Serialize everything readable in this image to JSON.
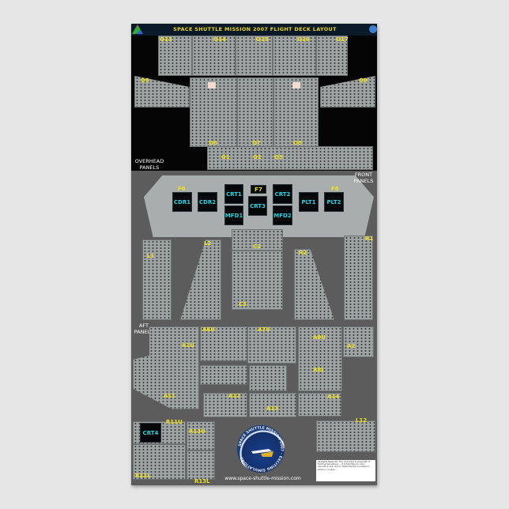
{
  "title": "SPACE SHUTTLE MISSION 2007 FLIGHT DECK LAYOUT",
  "sections": {
    "overhead": "OVERHEAD PANELS",
    "front": "FRONT PANELS",
    "aft": "AFT PANELS"
  },
  "overhead_labels": {
    "o13": "O13",
    "o14": "O14",
    "o15": "O15",
    "o16": "O16",
    "o17": "O17",
    "o5": "O5",
    "o9": "O9",
    "o6": "O6",
    "o7": "O7",
    "o8": "O8",
    "o1": "O1",
    "o2": "O2",
    "o3": "O3"
  },
  "front_labels": {
    "f6": "F6",
    "f7": "F7",
    "f8": "F8",
    "l1": "L1",
    "l2": "L2",
    "c2": "C2",
    "c3": "C3",
    "r1": "R1",
    "r2": "R2"
  },
  "screens": {
    "cdr1": "CDR1",
    "cdr2": "CDR2",
    "crt1": "CRT1",
    "crt2": "CRT2",
    "crt3": "CRT3",
    "mfd1": "MFD1",
    "mfd2": "MFD2",
    "plt1": "PLT1",
    "plt2": "PLT2",
    "crt4": "CRT4"
  },
  "aft_labels": {
    "a1u": "A1U",
    "a6u": "A6U",
    "a7u": "A7U",
    "a8u": "A8U",
    "a8l": "A8L",
    "a2": "A2",
    "a11": "A11",
    "a12": "A12",
    "a13": "A13",
    "a14": "A14",
    "r11u": "R11U",
    "r11l": "R11L",
    "r13u": "R13U",
    "r13l": "R13L",
    "l12": "L12"
  },
  "url": "www.space-shuttle-mission.com",
  "copyright": "All Rights Reserved. This document is Copyright of Exciting Simulations ... It is forbidden to copy, reproduce, sell, lend or distribute this document in whole or in parts ...",
  "patch_text": "SPACE SHUTTLE MISSION 2007 - EXCITING SIMULATIONS",
  "colors": {
    "label": "#f0e01a",
    "screen_text": "#22d4e0",
    "overhead_bg": "#050505",
    "panel": "#9ea3a4"
  }
}
